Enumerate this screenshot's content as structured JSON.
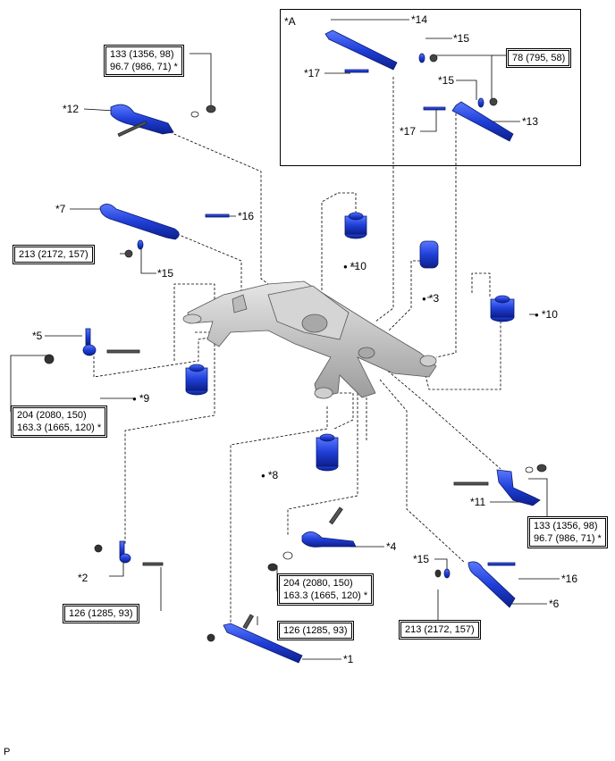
{
  "figure_letter": "P",
  "inset": {
    "label": "*A"
  },
  "parts": [
    {
      "id": "p1",
      "text": "*1"
    },
    {
      "id": "p2",
      "text": "*2"
    },
    {
      "id": "p3",
      "text": "*3"
    },
    {
      "id": "p4",
      "text": "*4"
    },
    {
      "id": "p5",
      "text": "*5"
    },
    {
      "id": "p6",
      "text": "*6"
    },
    {
      "id": "p7",
      "text": "*7"
    },
    {
      "id": "p8",
      "text": "*8"
    },
    {
      "id": "p9",
      "text": "*9"
    },
    {
      "id": "p10a",
      "text": "*10"
    },
    {
      "id": "p10b",
      "text": "*10"
    },
    {
      "id": "p11",
      "text": "*11"
    },
    {
      "id": "p12",
      "text": "*12"
    },
    {
      "id": "p13",
      "text": "*13"
    },
    {
      "id": "p14",
      "text": "*14"
    },
    {
      "id": "p15a",
      "text": "*15"
    },
    {
      "id": "p15b",
      "text": "*15"
    },
    {
      "id": "p15c",
      "text": "*15"
    },
    {
      "id": "p15d",
      "text": "*15"
    },
    {
      "id": "p16a",
      "text": "*16"
    },
    {
      "id": "p16b",
      "text": "*16"
    },
    {
      "id": "p17a",
      "text": "*17"
    },
    {
      "id": "p17b",
      "text": "*17"
    }
  ],
  "torque_specs": [
    {
      "id": "t1",
      "lines": [
        "133 (1356, 98)",
        "96.7 (986, 71) *"
      ]
    },
    {
      "id": "t2",
      "lines": [
        "78 (795, 58)"
      ]
    },
    {
      "id": "t3",
      "lines": [
        "213 (2172, 157)"
      ]
    },
    {
      "id": "t4",
      "lines": [
        "204 (2080, 150)",
        "163.3 (1665, 120) *"
      ]
    },
    {
      "id": "t5",
      "lines": [
        "133 (1356, 98)",
        "96.7 (986, 71) *"
      ]
    },
    {
      "id": "t6",
      "lines": [
        "204 (2080, 150)",
        "163.3 (1665, 120) *"
      ]
    },
    {
      "id": "t7",
      "lines": [
        "126 (1285, 93)"
      ]
    },
    {
      "id": "t8",
      "lines": [
        "126 (1285, 93)"
      ]
    },
    {
      "id": "t9",
      "lines": [
        "213 (2172, 157)"
      ]
    }
  ],
  "colors": {
    "part_blue": "#1f3fd8",
    "part_dark": "#0d1f8a",
    "frame_gray": "#bfbfbf",
    "frame_dark": "#7a7a7a",
    "line": "#000000"
  }
}
